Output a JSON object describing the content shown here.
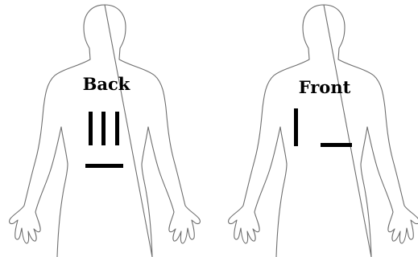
{
  "figures": [
    {
      "id": "back",
      "label": "Back",
      "mark_color": "#000000"
    },
    {
      "id": "front",
      "label": "Front",
      "mark_color": "#000000"
    }
  ],
  "outline_color": "#6e6e6e",
  "background": "#ffffff"
}
